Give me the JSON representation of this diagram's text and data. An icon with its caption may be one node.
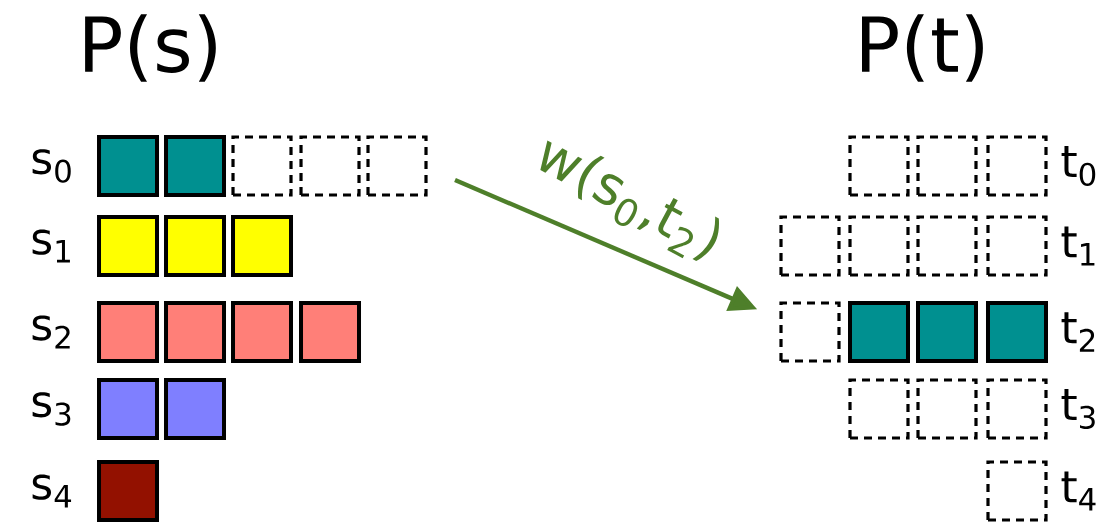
{
  "diagram": {
    "nodes": [
      {
        "text": [],
        "shape": "box"
      },
      {
        "text": [],
        "shape": "box"
      },
      {
        "text": [],
        "shape": "box"
      },
      {
        "text": [],
        "shape": "box"
      },
      {
        "text": [],
        "shape": "box"
      },
      {
        "text": [],
        "shape": "box"
      },
      {
        "text": [],
        "shape": "box"
      },
      {
        "text": [],
        "shape": "box"
      },
      {
        "text": [],
        "shape": "box"
      },
      {
        "text": [],
        "shape": "box"
      },
      {
        "text": [],
        "shape": "box"
      },
      {
        "text": [],
        "shape": "box"
      },
      {
        "text": [],
        "shape": "box"
      },
      {
        "text": [],
        "shape": "box"
      },
      {
        "text": [],
        "shape": "box"
      },
      {
        "text": [],
        "shape": "box"
      },
      {
        "text": [],
        "shape": "box"
      },
      {
        "text": [],
        "shape": "box"
      },
      {
        "text": [],
        "shape": "box"
      },
      {
        "text": [],
        "shape": "box"
      },
      {
        "text": [],
        "shape": "box"
      },
      {
        "text": [],
        "shape": "box"
      },
      {
        "text": [],
        "shape": "box"
      },
      {
        "text": [],
        "shape": "box"
      },
      {
        "text": [],
        "shape": "box"
      },
      {
        "text": [],
        "shape": "box"
      },
      {
        "text": [],
        "shape": "box"
      },
      {
        "text": [],
        "shape": "box"
      },
      {
        "text": [],
        "shape": "box"
      },
      {
        "text": [],
        "shape": "box"
      }
    ],
    "edges": [
      {
        "from": null,
        "to": 22,
        "arrow": "to",
        "label": "w(s$_{0}$,t$_{2}$)",
        "color": "#4e7f2a"
      }
    ],
    "labels": [
      "P(s)",
      "P(t)",
      "s$_{0}$",
      "t$_{0}$",
      "s$_{1}$",
      "t$_{1}$",
      "s$_{2}$",
      "t$_{2}$",
      "s$_{3}$",
      "t$_{3}$",
      "s$_{4}$",
      "t$_{4}$"
    ]
  }
}
